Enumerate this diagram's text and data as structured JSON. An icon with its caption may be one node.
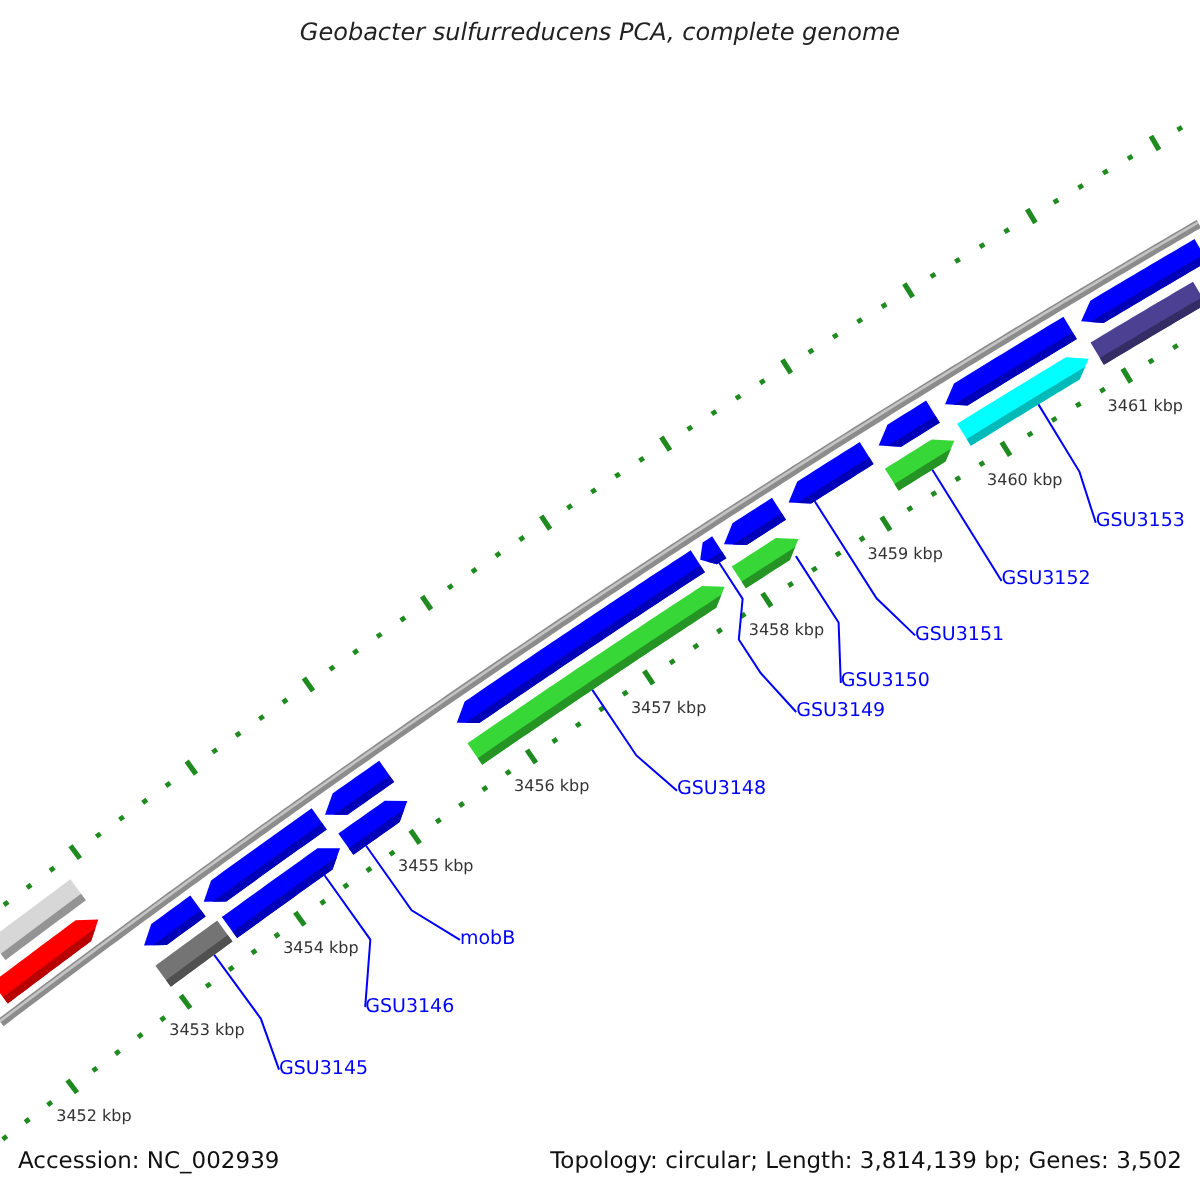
{
  "diagram": {
    "title": "Geobacter sulfurreducens PCA, complete genome",
    "nodes": [
      {
        "text": [],
        "shape": "bar"
      },
      {
        "text": [],
        "shape": "pentagon"
      },
      {
        "text": [],
        "shape": "pentagon"
      },
      {
        "text": [],
        "shape": "bar"
      },
      {
        "text": [],
        "shape": "pentagon"
      },
      {
        "text": [],
        "shape": "pentagon"
      },
      {
        "text": [],
        "shape": "pentagon"
      },
      {
        "text": [],
        "shape": "pentagon"
      },
      {
        "text": [],
        "shape": "pentagon"
      },
      {
        "text": [],
        "shape": "pentagon"
      },
      {
        "text": [],
        "shape": "pentagon"
      },
      {
        "text": [],
        "shape": "pentagon"
      },
      {
        "text": [],
        "shape": "pentagon"
      },
      {
        "text": [],
        "shape": "pentagon"
      },
      {
        "text": [],
        "shape": "pentagon"
      },
      {
        "text": [],
        "shape": "pentagon"
      },
      {
        "text": [],
        "shape": "pentagon"
      },
      {
        "text": [],
        "shape": "pentagon"
      },
      {
        "text": [],
        "shape": "pentagon"
      },
      {
        "text": [],
        "shape": "bar"
      },
      {
        "text": [
          "GSU3145"
        ]
      },
      {
        "text": [
          "GSU3146"
        ]
      },
      {
        "text": [
          "mobB"
        ]
      },
      {
        "text": [
          "GSU3148"
        ]
      },
      {
        "text": [
          "GSU3149"
        ]
      },
      {
        "text": [
          "GSU3150"
        ]
      },
      {
        "text": [
          "GSU3151"
        ]
      },
      {
        "text": [
          "GSU3152"
        ]
      },
      {
        "text": [
          "GSU3153"
        ]
      }
    ],
    "edges": [
      {
        "from": 20,
        "to": 3,
        "arrow": "none"
      },
      {
        "from": 21,
        "to": 5,
        "arrow": "none"
      },
      {
        "from": 22,
        "to": 7,
        "arrow": "none"
      },
      {
        "from": 23,
        "to": 9,
        "arrow": "none"
      },
      {
        "from": 24,
        "to": 10,
        "arrow": "none"
      },
      {
        "from": 25,
        "to": 12,
        "arrow": "none"
      },
      {
        "from": 26,
        "to": 13,
        "arrow": "none"
      },
      {
        "from": 27,
        "to": 15,
        "arrow": "none"
      },
      {
        "from": 28,
        "to": 17,
        "arrow": "none"
      }
    ],
    "labels": [
      "3452 kbp",
      "3453 kbp",
      "3454 kbp",
      "3455 kbp",
      "3456 kbp",
      "3457 kbp",
      "3458 kbp",
      "3459 kbp",
      "3460 kbp",
      "3461 kbp",
      "Accession: NC_002939",
      "Topology: circular; Length: 3,814,139 bp; Genes: 3,502"
    ]
  }
}
